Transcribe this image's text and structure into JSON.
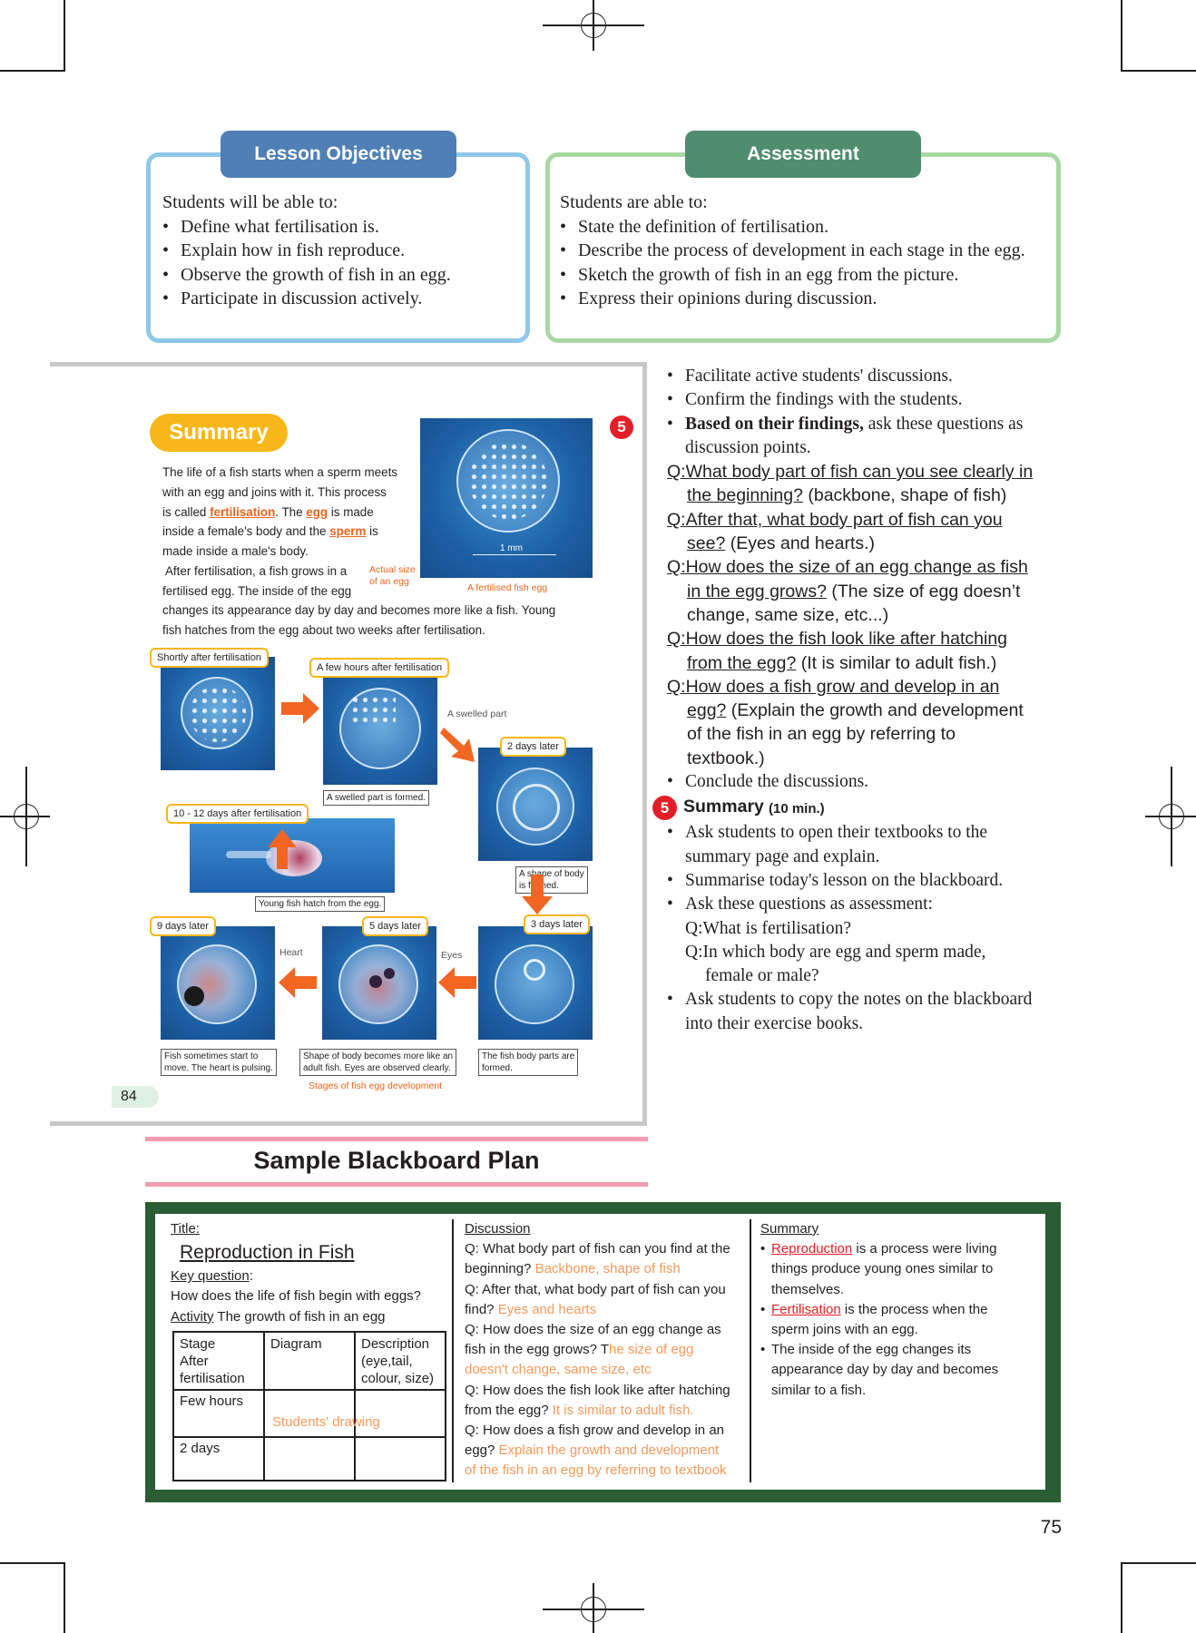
{
  "objectives": {
    "heading": "Lesson Objectives",
    "intro": "Students will be able to:",
    "items": [
      "Define what fertilisation is.",
      "Explain how in fish reproduce.",
      "Observe the growth of fish in an egg.",
      "Participate in discussion actively."
    ]
  },
  "assessment": {
    "heading": "Assessment",
    "intro": "Students are able to:",
    "items": [
      "State the definition of fertilisation.",
      "Describe the process of development in each stage in the egg.",
      "Sketch the growth of fish in an egg from the picture.",
      "Express their opinions during discussion."
    ]
  },
  "textbook": {
    "title": "Summary",
    "number": "5",
    "p1": "The life of a fish starts when a sperm meets",
    "p2": "with an egg and joins with it. This process",
    "p3a": "is called ",
    "p3k": "fertilisation",
    "p3b": ". The ",
    "p3k2": "egg",
    "p3c": " is made",
    "p4a": "inside a female's body and the ",
    "p4k": "sperm",
    "p4b": " is",
    "p5": "made inside a male's body.",
    "p6": "After fertilisation, a fish grows in a",
    "p7": "fertilised egg. The inside of the egg",
    "p8": "changes its appearance day by day and becomes more like a fish. Young",
    "p9": "fish hatches from the egg about two weeks after fertilisation.",
    "actual_size": "Actual size",
    "of_an_egg": "of an egg",
    "scale": "1 mm",
    "fertilised_caption": "A fertilised fish egg",
    "stage1": "Shortly after fertilisation",
    "stage2": "A few hours after fertilisation",
    "swelled_part": "A swelled part",
    "swelled_formed": "A swelled part is formed.",
    "stage3": "2 days later",
    "shape_formed_1": "A shape of body",
    "shape_formed_2": "is formed.",
    "stage4": "10 - 12 days after fertilisation",
    "young_hatch": "Young fish hatch from the egg.",
    "stage5": "9 days later",
    "stage6": "5 days later",
    "stage7": "3 days later",
    "heart": "Heart",
    "eyes": "Eyes",
    "cap9_1": "Fish sometimes start to",
    "cap9_2": "move. The heart is pulsing.",
    "cap5_1": "Shape of body becomes more like an",
    "cap5_2": "adult fish. Eyes are observed clearly.",
    "cap3_1": "The fish body parts are",
    "cap3_2": "formed.",
    "stages_caption": "Stages of fish egg development",
    "page_no": "84"
  },
  "right": {
    "b1": "Facilitate active students' discussions.",
    "b2": "Confirm the findings with the students.",
    "b3_bold": "Based on their findings,",
    "b3_rest": " ask these questions as",
    "b3_cont": "discussion points.",
    "q1a": "Q:What body part of fish can you see clearly in",
    "q1b": "the beginning?",
    "q1c": " (backbone, shape of fish)",
    "q2a": "Q:After that, what body part of fish can you",
    "q2b": "see?",
    "q2c": " (Eyes and hearts.)",
    "q3a": "Q:How does the size of an egg change as fish",
    "q3b": "in the egg grows?",
    "q3c": " (The size of egg doesn’t",
    "q3d": "change, same size, etc...)",
    "q4a": "Q:How does the fish look like after hatching",
    "q4b": "from the egg?",
    "q4c": " (It is similar to adult fish.)",
    "q5a": "Q:How does a fish grow and develop in an",
    "q5b": "egg?",
    "q5c": " (Explain the growth and development",
    "q5d": "of the fish in an egg by referring to",
    "q5e": "textbook.)",
    "b4": "Conclude the discussions.",
    "sum_no": "5",
    "sum_title": "Summary",
    "sum_time": " (10 min.)",
    "s1a": "Ask students to open their textbooks to the",
    "s1b": "summary page and explain.",
    "s2": "Summarise today's lesson on the blackboard.",
    "s3": "Ask these questions as assessment:",
    "s3q1": "Q:What is fertilisation?",
    "s3q2a": "Q:In which body are egg and sperm made,",
    "s3q2b": "female or male?",
    "s4a": "Ask students to copy the notes on the blackboard",
    "s4b": "into their exercise books."
  },
  "blackboard": {
    "heading": "Sample Blackboard Plan",
    "title_label": "Title:",
    "title": "Reproduction in Fish",
    "key_label": "Key question",
    "key_colon": ":",
    "key_q": "How does the life of fish begin with eggs?",
    "activity_label": "Activity",
    "activity": " The growth of fish in an egg",
    "table_h1": [
      "Stage",
      "After",
      "fertilisation"
    ],
    "table_h2": "Diagram",
    "table_h3": [
      "Description",
      "(eye,tail,",
      "colour, size)"
    ],
    "row1": "Few hours",
    "row2": "2 days",
    "students_drawing": "Students' drawing",
    "disc_label": "Discussion",
    "d1": "Q: What body part of fish can you find at the",
    "d2a": "beginning? ",
    "d2b": "Backbone, shape of fish",
    "d3": "Q: After that, what body part of fish can you",
    "d4a": "find? ",
    "d4b": "Eyes and hearts",
    "d5": "Q: How does the size of an egg change as",
    "d6a": "fish in the egg grows? T",
    "d6b": "he size of egg",
    "d7": "doesn't change, same size, etc",
    "d8": "Q: How does the fish look like after hatching",
    "d9a": "from the egg? ",
    "d9b": "It is similar to adult fish.",
    "d10": "Q: How does a fish grow and develop in an",
    "d11a": "egg? ",
    "d11b": "Explain the growth and development",
    "d12": "of the fish in an egg by referring to textbook",
    "sum_label": "Summary",
    "sm1a": "Reproduction",
    "sm1b": " is a process were living",
    "sm1c": "things produce young ones similar to",
    "sm1d": "themselves.",
    "sm2a": "Fertilisation",
    "sm2b": " is the process when the",
    "sm2c": "sperm joins with an egg.",
    "sm3a": "The inside of the egg changes its",
    "sm3b": "appearance day by day and becomes",
    "sm3c": "similar to a fish."
  },
  "page_number": "75",
  "colors": {
    "objectives_header": "#4f7fb5",
    "objectives_border": "#8ec8ea",
    "assessment_header": "#4f8d6e",
    "assessment_border": "#a8d8a2",
    "accent_orange": "#e8641b",
    "summary_yellow": "#f7b718",
    "blackboard_green": "#2b5d34",
    "pink_rule": "#f29bb1",
    "red": "#e41e26"
  }
}
